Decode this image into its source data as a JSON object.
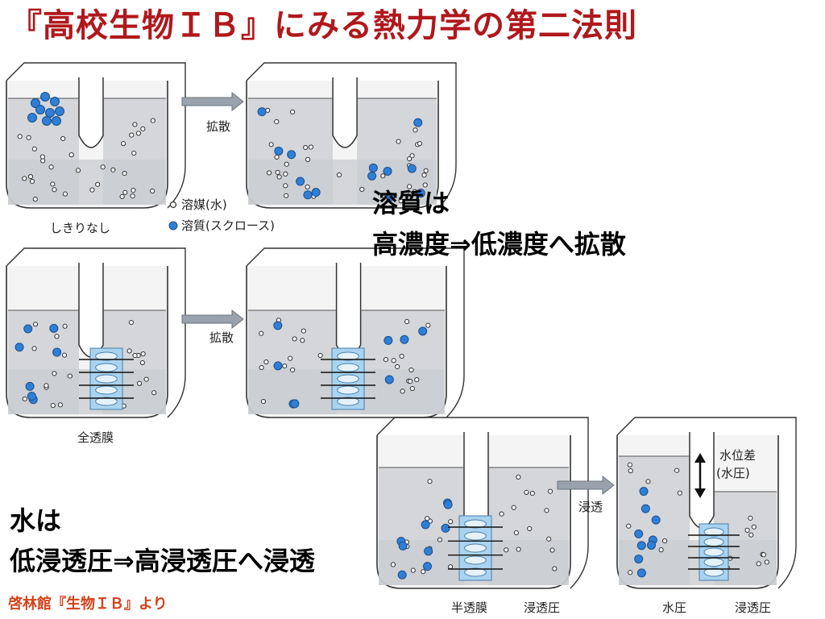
{
  "title": "『高校生物ＩＢ』にみる熱力学の第二法則",
  "solute_note": {
    "line1": "溶質は",
    "line2": "高濃度⇒低濃度へ拡散"
  },
  "water_note": {
    "line1": "水は",
    "line2": "低浸透圧⇒高浸透圧へ浸透"
  },
  "source": "啓林館『生物ＩＢ』より",
  "panel1": {
    "arrow_label": "拡散",
    "caption": "しきりなし",
    "legend_solvent": "溶媒(水)",
    "legend_solute": "溶質(スクロース)"
  },
  "panel2": {
    "arrow_label": "拡散",
    "membrane_label": "全透膜"
  },
  "panel3": {
    "arrow_label": "浸透",
    "membrane_label": "半透膜",
    "osmotic_label": "浸透圧",
    "water_pressure_label": "水圧",
    "osmotic_label_2": "浸透圧",
    "height_label_1": "水位差",
    "height_label_2": "(水圧)"
  },
  "colors": {
    "title": "#b0181c",
    "source": "#d4411a",
    "solute": "#2f7fd6",
    "water": "#c9ccd0"
  }
}
